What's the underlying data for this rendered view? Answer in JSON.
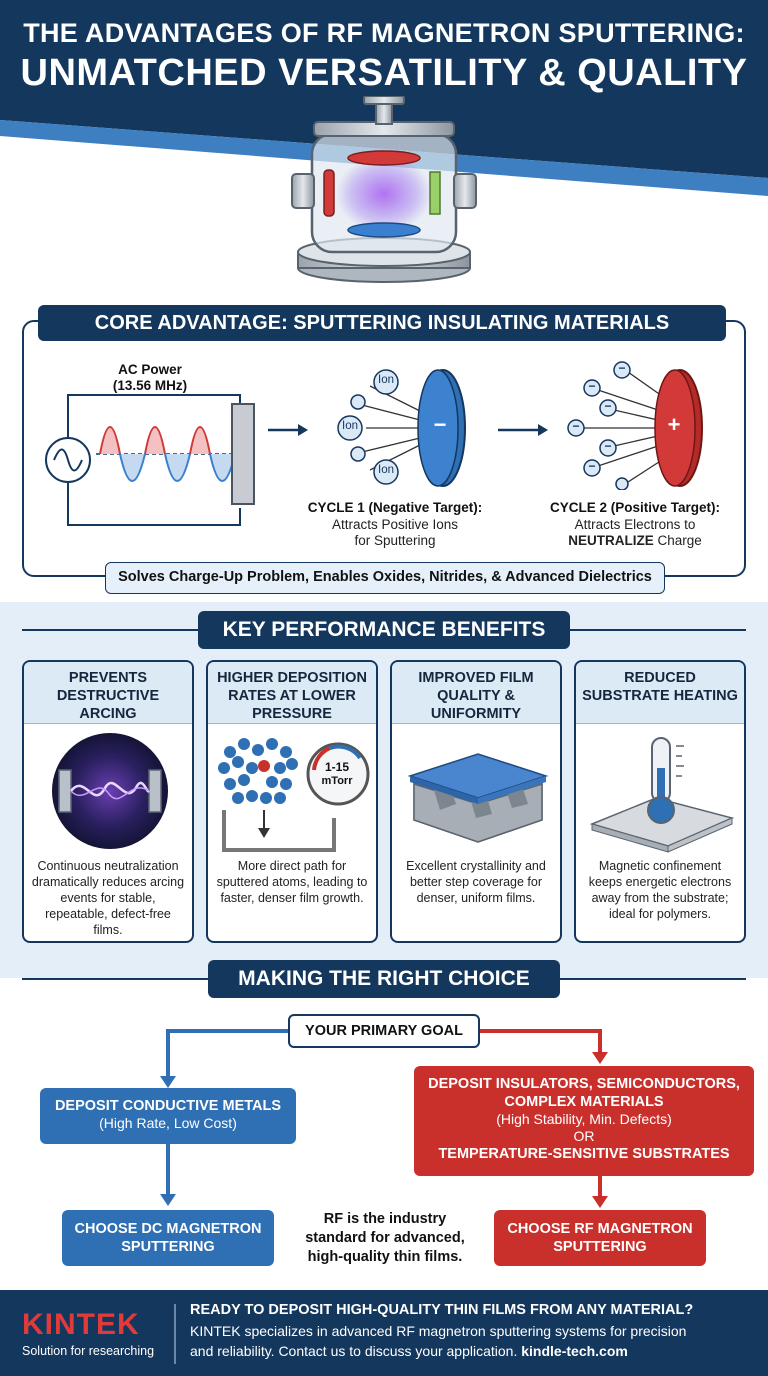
{
  "header": {
    "title_line1": "THE ADVANTAGES OF RF MAGNETRON SPUTTERING:",
    "title_line2": "UNMATCHED VERSATILITY & QUALITY"
  },
  "core": {
    "title": "CORE ADVANTAGE: SPUTTERING INSULATING MATERIALS",
    "ac_power_label": "AC Power",
    "ac_power_freq": "(13.56 MHz)",
    "ion_label": "Ion",
    "negative_sign": "−",
    "positive_sign": "+",
    "electron_sign": "−",
    "cycle1_title": "CYCLE 1 (Negative Target):",
    "cycle1_line1": "Attracts Positive Ions",
    "cycle1_line2": "for Sputtering",
    "cycle2_title": "CYCLE 2 (Positive Target):",
    "cycle2_line1": "Attracts Electrons to",
    "cycle2_bold": "NEUTRALIZE",
    "cycle2_tail": " Charge",
    "solves": "Solves Charge-Up Problem, Enables Oxides, Nitrides, & Advanced Dielectrics"
  },
  "benefits": {
    "title": "KEY PERFORMANCE BENEFITS",
    "cards": [
      {
        "title": "PREVENTS DESTRUCTIVE ARCING",
        "text": "Continuous neutralization dramatically reduces arcing events for stable, repeatable, defect-free films."
      },
      {
        "title": "HIGHER DEPOSITION RATES AT LOWER PRESSURE",
        "text": "More direct path for sputtered atoms, leading to faster, denser film growth.",
        "gauge_value": "1-15",
        "gauge_unit": "mTorr"
      },
      {
        "title": "IMPROVED FILM QUALITY & UNIFORMITY",
        "text": "Excellent crystallinity and better step coverage for denser, uniform films."
      },
      {
        "title": "REDUCED SUBSTRATE HEATING",
        "text": "Magnetic confinement keeps energetic electrons away from the substrate; ideal for polymers."
      }
    ]
  },
  "choice": {
    "title": "MAKING THE RIGHT CHOICE",
    "goal": "YOUR PRIMARY GOAL",
    "left_option_title": "DEPOSIT CONDUCTIVE METALS",
    "left_option_sub": "(High Rate, Low Cost)",
    "left_result_line1": "CHOOSE DC MAGNETRON",
    "left_result_line2": "SPUTTERING",
    "right_option_line1": "DEPOSIT INSULATORS, SEMICONDUCTORS,",
    "right_option_line2": "COMPLEX MATERIALS",
    "right_option_sub": "(High Stability, Min. Defects)",
    "right_option_or": "OR",
    "right_option_line3": "TEMPERATURE-SENSITIVE SUBSTRATES",
    "right_result_line1": "CHOOSE RF MAGNETRON",
    "right_result_line2": "SPUTTERING",
    "center_line1": "RF is the industry",
    "center_line2": "standard for advanced,",
    "center_line3": "high-quality thin films."
  },
  "footer": {
    "brand": "KINTEK",
    "tagline": "Solution for researching",
    "cta_title": "READY TO DEPOSIT HIGH-QUALITY THIN FILMS FROM ANY MATERIAL?",
    "cta_line1": "KINTEK specializes in advanced RF magnetron sputtering systems for precision",
    "cta_line2": "and reliability. Contact us to discuss your application. ",
    "cta_link": "kindle-tech.com"
  },
  "colors": {
    "navy": "#14375e",
    "accent_blue": "#2f6fb3",
    "accent_red": "#c9302c",
    "band": "#e3eef8"
  }
}
